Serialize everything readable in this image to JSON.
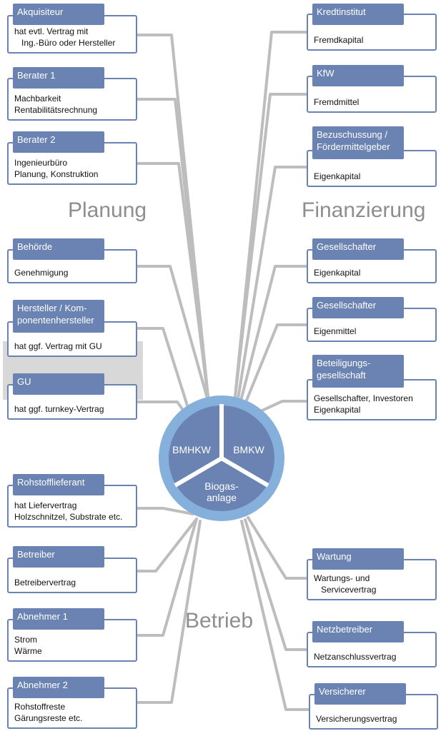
{
  "sections": {
    "planning": "Planung",
    "financing": "Finanzierung",
    "operation": "Betrieb"
  },
  "hub": {
    "left": "BMHKW",
    "right": "BMKW",
    "bottom": "Biogas-\nanlage"
  },
  "nodes": {
    "akquisiteur": {
      "title": "Akquisiteur",
      "body": "hat evtl. Vertrag mit\n   Ing.-Büro oder Hersteller"
    },
    "berater1": {
      "title": "Berater 1",
      "body": "Machbarkeit\nRentabilitätsrechnung"
    },
    "berater2": {
      "title": "Berater 2",
      "body": "Ingenieurbüro\nPlanung, Konstruktion"
    },
    "behoerde": {
      "title": "Behörde",
      "body": "Genehmigung"
    },
    "hersteller": {
      "title": "Hersteller / Kom-\nponentenhersteller",
      "body": "hat ggf. Vertrag mit GU"
    },
    "gu": {
      "title": "GU",
      "body": "hat ggf. turnkey-Vertrag"
    },
    "rohstofflieferant": {
      "title": "Rohstofflieferant",
      "body": "hat Liefervertrag\nHolzschnitzel, Substrate etc."
    },
    "betreiber": {
      "title": "Betreiber",
      "body": "Betreibervertrag"
    },
    "abnehmer1": {
      "title": "Abnehmer 1",
      "body": "Strom\nWärme"
    },
    "abnehmer2": {
      "title": "Abnehmer 2",
      "body": "Rohstoffreste\nGärungsreste etc."
    },
    "kreditinstitut": {
      "title": "Kredtinstitut",
      "body": "Fremdkapital"
    },
    "kfw": {
      "title": "KfW",
      "body": "Fremdmittel"
    },
    "bezuschussung": {
      "title": "Bezuschussung /\nFördermittelgeber",
      "body": "Eigenkapital"
    },
    "gesellschafter1": {
      "title": "Gesellschafter",
      "body": "Eigenkapital"
    },
    "gesellschafter2": {
      "title": "Gesellschafter",
      "body": "Eigenmittel"
    },
    "beteiligung": {
      "title": "Beteiligungs-\ngesellschaft",
      "body": "Gesellschafter, Investoren\nEigenkapital"
    },
    "wartung": {
      "title": "Wartung",
      "body": "Wartungs- und\n   Servicevertrag"
    },
    "netzbetreiber": {
      "title": "Netzbetreiber",
      "body": "Netzanschlussvertrag"
    },
    "versicherer": {
      "title": "Versicherer",
      "body": "Versicherungsvertrag"
    }
  },
  "colors": {
    "accent": "#6a83b3",
    "hub_ring": "#86b0dc",
    "connector": "#bdbdbd",
    "section_title": "#8e8e8e",
    "bracket": "#d8d8d8"
  }
}
